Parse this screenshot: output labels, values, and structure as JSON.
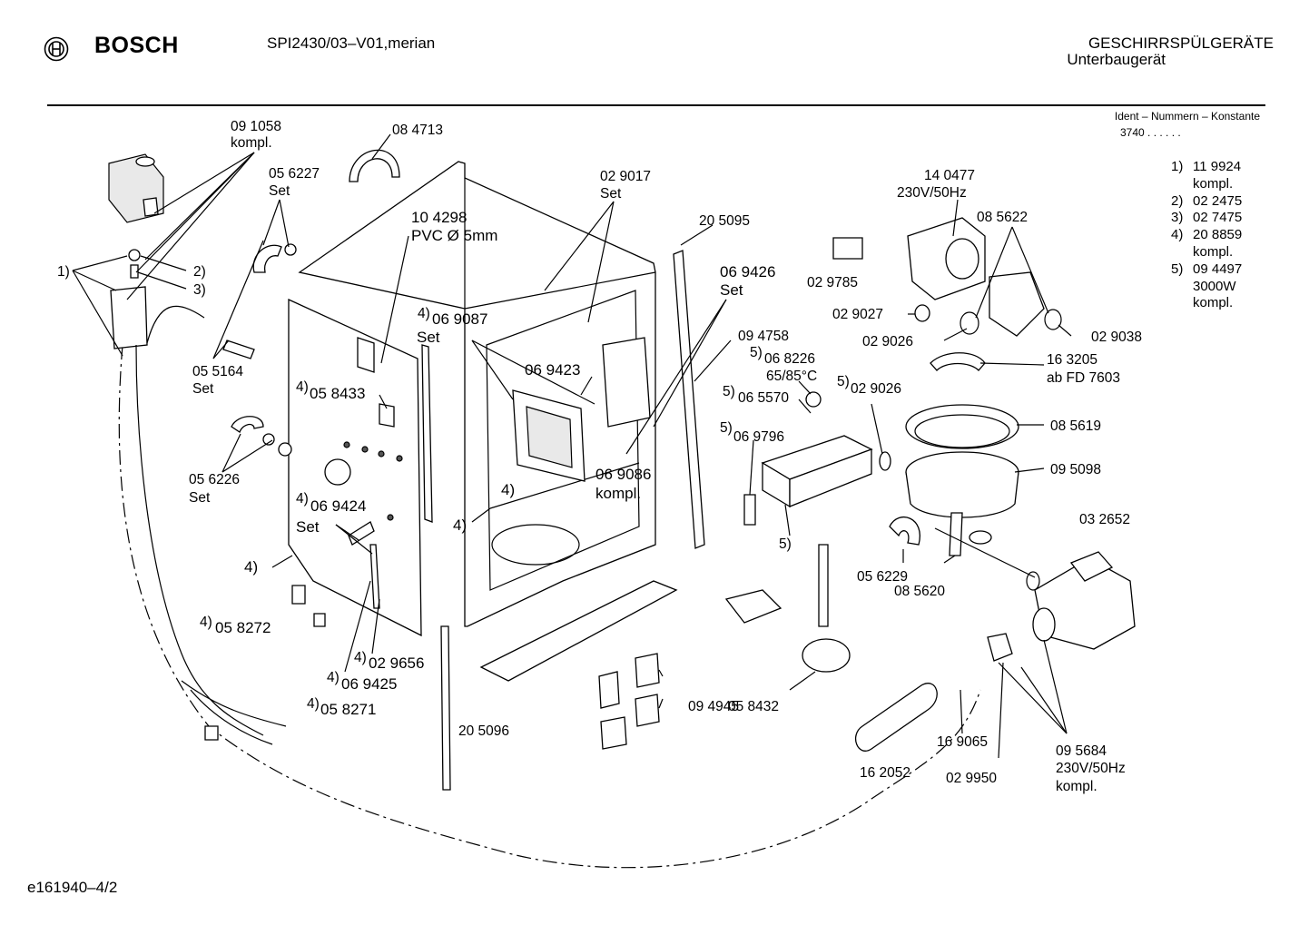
{
  "header": {
    "brand": "BOSCH",
    "model": "SPI2430/03–V01,merian",
    "category": "GESCHIRRSPÜLGERÄTE",
    "subcategory": "Unterbaugerät",
    "ident_title": "Ident – Nummern – Konstante",
    "ident_value": "3740 . .  . . . ."
  },
  "notes": [
    {
      "num": "1)",
      "text": "11 9924"
    },
    {
      "num": "",
      "text": "kompl."
    },
    {
      "num": "2)",
      "text": "02 2475"
    },
    {
      "num": "3)",
      "text": "02 7475"
    },
    {
      "num": "4)",
      "text": "20 8859"
    },
    {
      "num": "",
      "text": "kompl."
    },
    {
      "num": "5)",
      "text": "09 4497"
    },
    {
      "num": "",
      "text": "3000W"
    },
    {
      "num": "",
      "text": "kompl."
    }
  ],
  "footer": {
    "drawing_id": "e161940–4/2"
  },
  "labels": {
    "p091058": "09 1058",
    "p091058_kompl": "kompl.",
    "p084713": "08 4713",
    "p056227": "05 6227",
    "p056227_set": "Set",
    "p104298": "10 4298",
    "p104298_pvc": "PVC Ø 5mm",
    "p029017": "02 9017",
    "p029017_set": "Set",
    "p205095": "20 5095",
    "p140477": "14 0477",
    "p140477_v": "230V/50Hz",
    "p085622": "08 5622",
    "ref1": "1)",
    "ref2": "2)",
    "ref3": "3)",
    "p055164": "05 5164",
    "p055164_set": "Set",
    "sup4_069087": "4)",
    "p069087": "06 9087",
    "p069087_set": "Set",
    "p069426": "06 9426",
    "p069426_set": "Set",
    "p029785": "02 9785",
    "p029027": "02 9027",
    "p029026a": "02 9026",
    "p029038": "02 9038",
    "p094758": "09 4758",
    "sup5_068226": "5)",
    "p068226": "06 8226",
    "p068226_temp": "65/85°C",
    "sup4_058433": "4)",
    "p058433": "05 8433",
    "p069423": "06 9423",
    "sup5_065570": "5)",
    "p065570": "06 5570",
    "sup5_029026": "5)",
    "p029026b": "02 9026",
    "p163205": "16 3205",
    "p163205_fd": "ab FD 7603",
    "p085619": "08 5619",
    "sup5_069796": "5)",
    "p069796": "06 9796",
    "p056226": "05 6226",
    "p056226_set": "Set",
    "p069086": "06 9086",
    "p069086_kompl": "kompl.",
    "p095098": "09 5098",
    "ref4_tub": "4)",
    "sup4_069424": "4)",
    "p069424": "06 9424",
    "p069424_set": "Set",
    "ref4_side": "4)",
    "ref4_panel": "4)",
    "p032652": "03 2652",
    "ref5_heater": "5)",
    "p056229": "05 6229",
    "p085620": "08 5620",
    "sup4_058272": "4)",
    "p058272": "05 8272",
    "sup4_029656": "4)",
    "p029656": "02 9656",
    "sup4_069425": "4)",
    "p069425": "06 9425",
    "p094945": "09 4945",
    "sup4_058271": "4)",
    "p058271": "05 8271",
    "p058432": "05 8432",
    "p205096": "20 5096",
    "p169065": "16 9065",
    "p095684": "09 5684",
    "p095684_v": "230V/50Hz",
    "p095684_kompl": "kompl.",
    "p162052": "16 2052",
    "p029950": "02 9950"
  }
}
